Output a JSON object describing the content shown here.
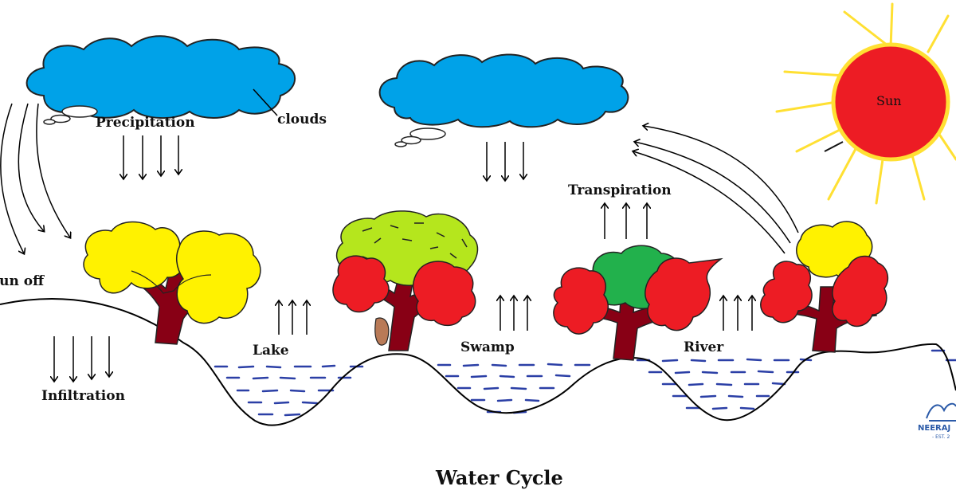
{
  "labels": {
    "precipitation": "Precipitation",
    "clouds": "clouds",
    "transpiration": "Transpiration",
    "sun": "Sun",
    "run_off": "Run off",
    "lake": "Lake",
    "swamp": "Swamp",
    "river": "River",
    "infiltration": "Infiltration",
    "caption": "Water Cycle"
  },
  "watermark": {
    "name": "NEERAJ",
    "sub": "- EST. 2"
  },
  "colors": {
    "cloud": "#00a2e8",
    "sun": "#ed1c24",
    "sun_rays": "#ffe033",
    "water": "#2b3fa6",
    "trunk": "#880015",
    "red_foliage": "#ed1c24",
    "yellow_foliage": "#fff200",
    "lime_foliage": "#b5e61d",
    "green_foliage": "#22b14c"
  }
}
